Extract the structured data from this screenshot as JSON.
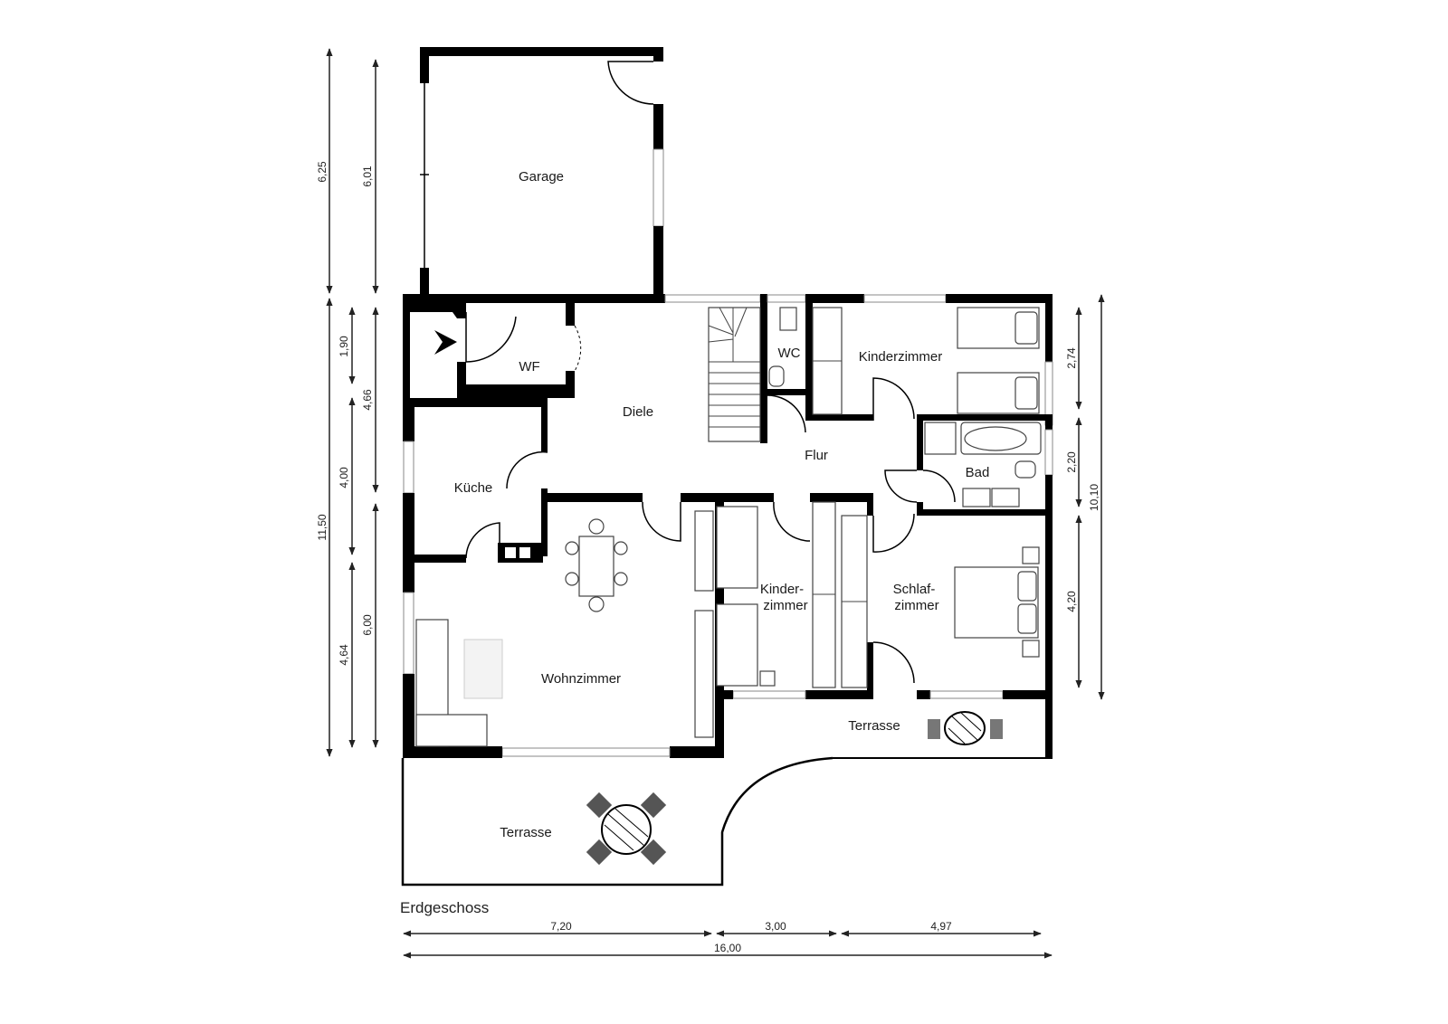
{
  "plan": {
    "title": "Erdgeschoss",
    "rooms": {
      "garage": "Garage",
      "wf": "WF",
      "diele": "Diele",
      "wc": "WC",
      "kinderzimmer1": "Kinderzimmer",
      "kueche": "Küche",
      "flur": "Flur",
      "bad": "Bad",
      "kinderzimmer2_line1": "Kinder-",
      "kinderzimmer2_line2": "zimmer",
      "schlafzimmer_line1": "Schlaf-",
      "schlafzimmer_line2": "zimmer",
      "wohnzimmer": "Wohnzimmer",
      "terrasse_right": "Terrasse",
      "terrasse_bottom": "Terrasse"
    },
    "dimensions": {
      "left_outer": [
        "6,25",
        "11,50"
      ],
      "left_middle": [
        "1,90",
        "4,00",
        "4,64"
      ],
      "left_inner": [
        "6,01",
        "4,66",
        "6,00"
      ],
      "right_inner": [
        "2,74",
        "2,20",
        "4,20"
      ],
      "right_outer": [
        "10,10"
      ],
      "bottom_segments": [
        "7,20",
        "3,00",
        "4,97"
      ],
      "bottom_total": "16,00"
    }
  }
}
